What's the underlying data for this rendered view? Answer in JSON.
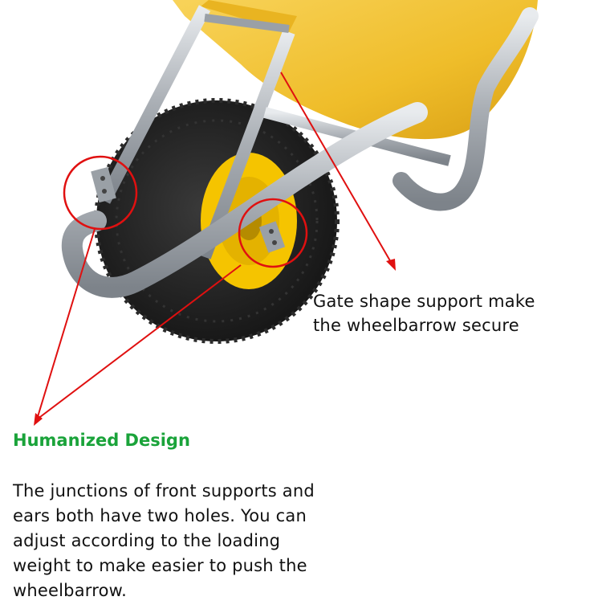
{
  "gate_caption": {
    "line1": "Gate shape support make",
    "line2": "the wheelbarrow secure"
  },
  "heading": "Humanized Design",
  "body": {
    "line1": "The junctions of front supports and",
    "line2": "ears both have two holes. You can",
    "line3": "adjust according to the loading",
    "line4": "weight to make easier to push the",
    "line5": "wheelbarrow."
  },
  "colors": {
    "tray": "#f2c232",
    "frame": "#b9bec4",
    "tire": "#1e1e1e",
    "hub": "#f5c400",
    "annotation": "#e01010",
    "heading": "#1aa33a"
  }
}
